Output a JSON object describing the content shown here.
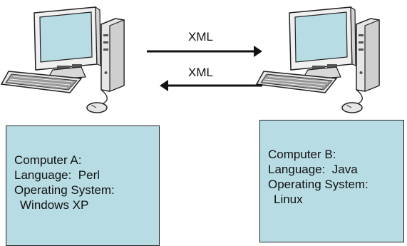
{
  "arrows": {
    "top_label": "XML",
    "bottom_label": "XML"
  },
  "computer_a": {
    "name": "Computer A:",
    "language": "Language:  Perl",
    "os_label": "Operating System:",
    "os_value": "Windows XP"
  },
  "computer_b": {
    "name": "Computer B:",
    "language": "Language:  Java",
    "os_label": "Operating System:",
    "os_value": "Linux"
  },
  "colors": {
    "box_fill": "#b8dce3",
    "monitor_screen": "#b8dce3",
    "outline": "#222222"
  },
  "icons": [
    "desktop-computer-icon",
    "arrow-right-icon",
    "arrow-left-icon"
  ]
}
